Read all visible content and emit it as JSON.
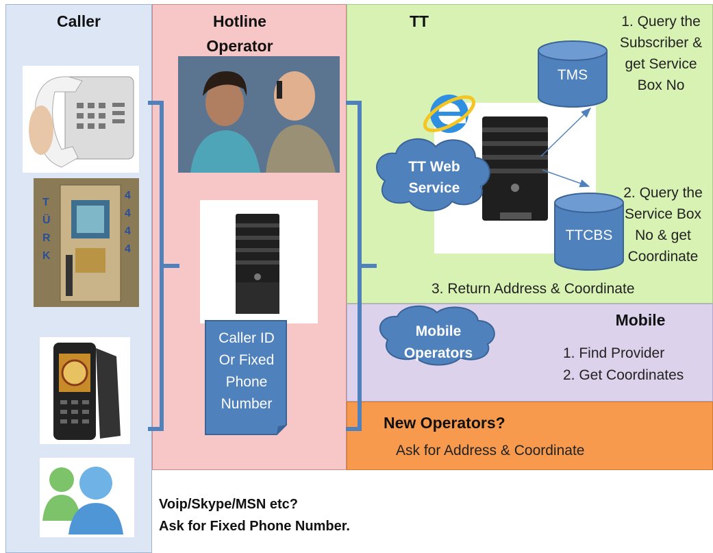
{
  "caller": {
    "title": "Caller",
    "footer_line1": "Voip/Skype/MSN etc?",
    "footer_line2": "Ask for Fixed Phone Number."
  },
  "hotline": {
    "title_line1": "Hotline",
    "title_line2": "Operator",
    "note_lines": [
      "Caller ID",
      "Or Fixed",
      "Phone",
      "Number"
    ]
  },
  "tt": {
    "title": "TT",
    "cloud_line1": "TT Web",
    "cloud_line2": "Service",
    "db1": "TMS",
    "db2": "TTCBS",
    "step1_lines": [
      "1. Query the",
      "Subscriber &",
      "get Service",
      "Box No"
    ],
    "step2_lines": [
      "2. Query the",
      "Service Box",
      "No & get",
      "Coordinate"
    ],
    "step3": "3. Return Address & Coordinate"
  },
  "mobile": {
    "title": "Mobile",
    "cloud_line1": "Mobile",
    "cloud_line2": "Operators",
    "items": [
      "1.   Find Provider",
      "2.   Get Coordinates"
    ]
  },
  "new_operators": {
    "title": "New Operators?",
    "subtitle": "Ask for Address & Coordinate"
  },
  "colors": {
    "caller_bg": "#dce6f4",
    "hotline_bg": "#f7c7c8",
    "tt_bg": "#d8f2b4",
    "mobile_bg": "#dcd2ec",
    "newop_bg": "#f79a4e",
    "shape_blue": "#4f81bd",
    "bracket_blue": "#4f81bd"
  }
}
